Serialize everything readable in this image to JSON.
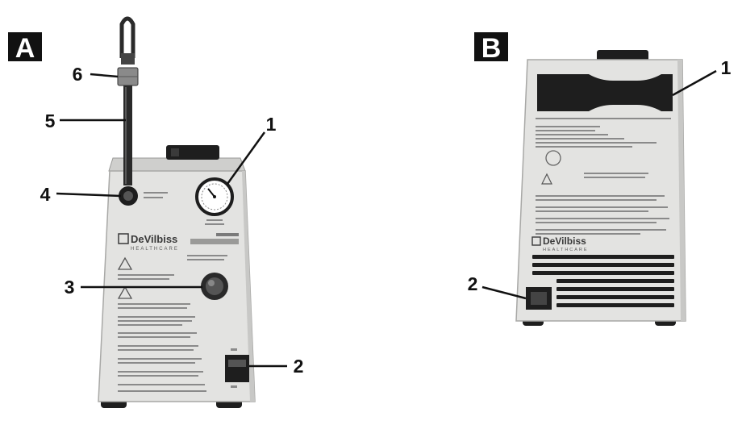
{
  "panels": {
    "a": {
      "letter": "A",
      "brand": "DeVilbiss",
      "brand_sub": "HEALTHCARE"
    },
    "b": {
      "letter": "B",
      "brand": "DeVilbiss",
      "brand_sub": "HEALTHCARE"
    }
  },
  "callouts_a": [
    "6",
    "5",
    "4",
    "1",
    "3",
    "2"
  ],
  "callouts_b": [
    "1",
    "2"
  ],
  "colors": {
    "label_bg": "#111111",
    "device_body": "#e3e3e1",
    "device_shadow": "#c8c8c6",
    "dark_part": "#1e1e1e",
    "line": "#111111"
  }
}
